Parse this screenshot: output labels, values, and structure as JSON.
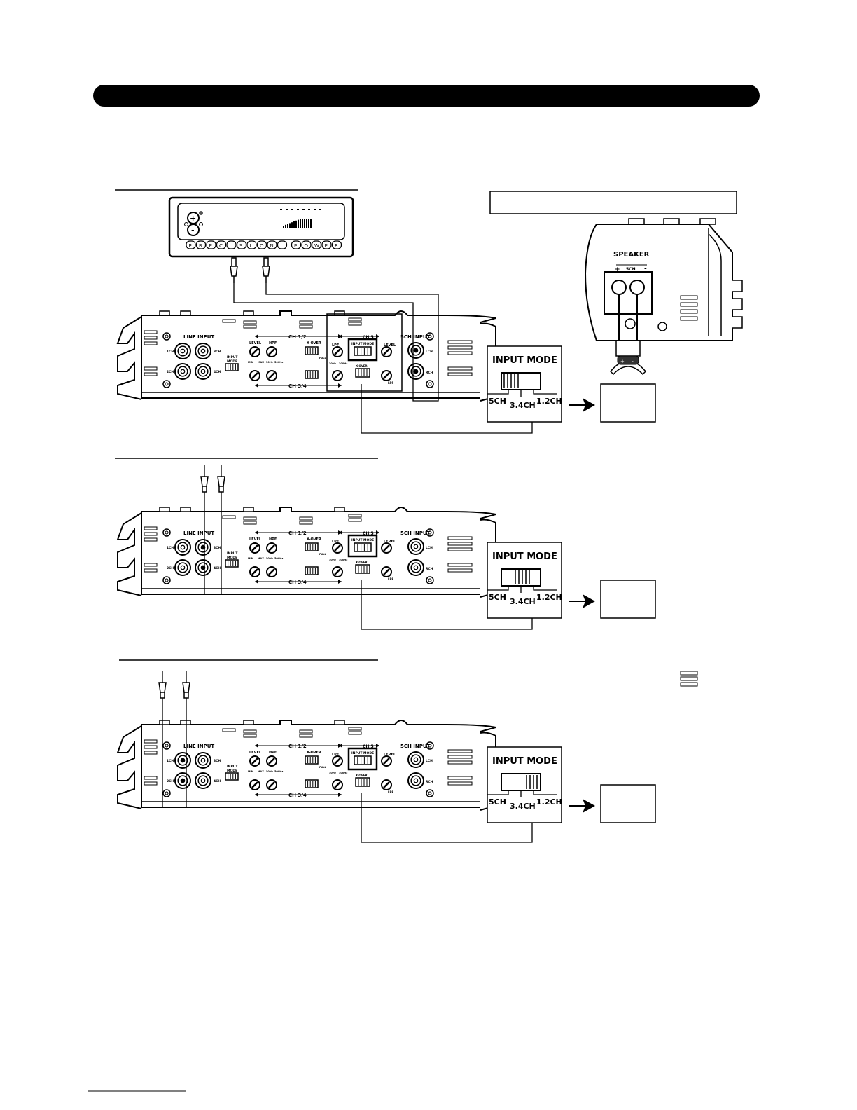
{
  "amp_labels": {
    "line_input": "LINE INPUT",
    "ch12": "CH 1/2",
    "ch34": "CH 3/4",
    "ch5": "CH 5",
    "ch5_input": "5CH INPUT",
    "input_mode": "INPUT MODE",
    "input_mode_split": [
      "INPUT",
      "MODE"
    ],
    "level": "LEVEL",
    "hpf": "HPF",
    "lpf": "LPF",
    "xover": "X-OVER",
    "jack_1ch": "1CH",
    "jack_2ch": "2CH",
    "jack_3ch": "3CH",
    "jack_4ch": "4CH",
    "jack_lch": "LCH",
    "jack_rch": "RCH",
    "knob_min": "MIN",
    "knob_max": "MAX",
    "freq_50": "50Hz",
    "freq_500": "500Hz",
    "freq_30": "30Hz",
    "freq_300": "300Hz",
    "hpf_full": "FULL",
    "sw_5ch": "5CH",
    "sw_34ch": "3.4CH",
    "sw_12ch": "1.2CH"
  },
  "head_unit": {
    "brand_letters": [
      "P",
      "R",
      "E",
      "C",
      "I",
      "S",
      "I",
      "O",
      "N",
      "",
      "P",
      "O",
      "W",
      "E",
      "R"
    ]
  },
  "speaker_panel": {
    "title": "SPEAKER",
    "plus": "+",
    "minus": "-",
    "channel": "5CH"
  },
  "modes": [
    {
      "title": "INPUT MODE",
      "label_5ch": "5CH",
      "label_34ch": "3.4CH",
      "label_12ch": "1.2CH",
      "position": "5CH"
    },
    {
      "title": "INPUT MODE",
      "label_5ch": "5CH",
      "label_34ch": "3.4CH",
      "label_12ch": "1.2CH",
      "position": "3.4CH"
    },
    {
      "title": "INPUT MODE",
      "label_5ch": "5CH",
      "label_34ch": "3.4CH",
      "label_12ch": "1.2CH",
      "position": "1.2CH"
    }
  ]
}
